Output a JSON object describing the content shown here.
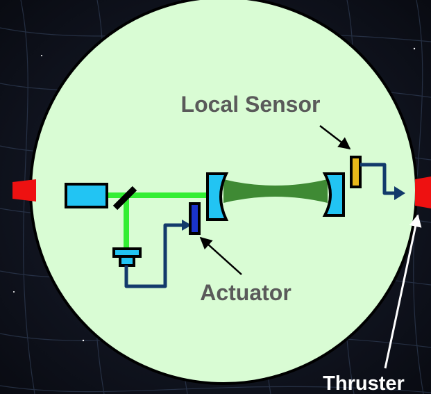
{
  "labels": {
    "local_sensor": "Local Sensor",
    "actuator": "Actuator",
    "thruster": "Thruster"
  },
  "colors": {
    "background": "#0e111c",
    "grid": "#3a4a66",
    "spacecraft_fill": "#d9fcd4",
    "outline": "#000000",
    "component": "#22c4f3",
    "laser_beam": "#33ee33",
    "cavity_beam": "#3f8a34",
    "signal_line": "#123a6b",
    "actuator_plate": "#1a33cc",
    "sensor_plate": "#e8b81a",
    "thruster": "#ee1111",
    "label_text": "#5a5a5a",
    "thruster_label": "#ffffff"
  }
}
